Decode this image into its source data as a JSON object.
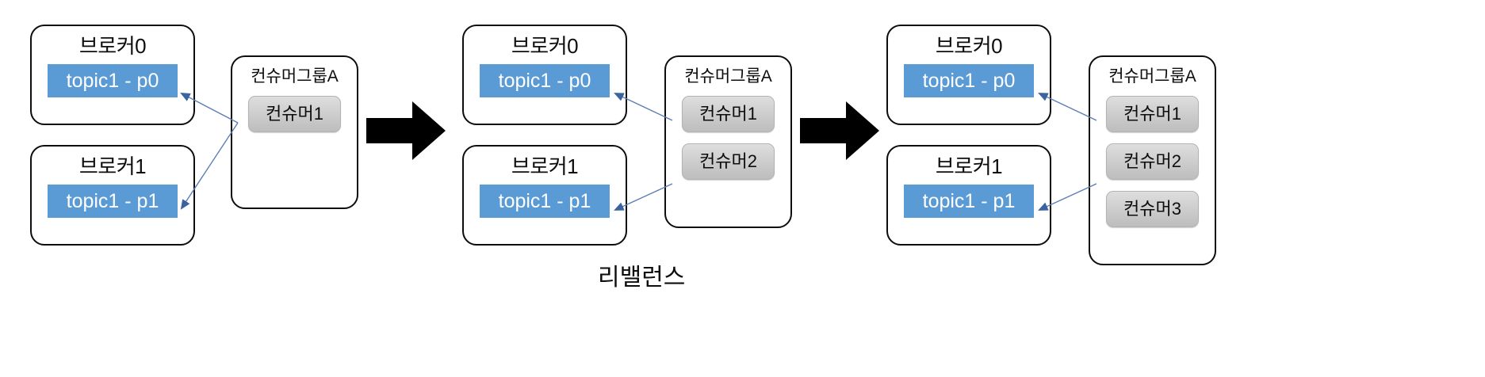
{
  "caption": "리밸런스",
  "colors": {
    "partition_fill": "#5b9bd5",
    "partition_text": "#ffffff",
    "consumer_fill": "#cfcfcf",
    "card_border": "#0d0d0d",
    "wire": "#4472a8",
    "block_arrow": "#000000",
    "background": "#ffffff"
  },
  "panels": [
    {
      "id": "panel-1",
      "brokers": [
        {
          "title": "브로커0",
          "partition": "topic1 - p0"
        },
        {
          "title": "브로커1",
          "partition": "topic1 - p1"
        }
      ],
      "group": {
        "title": "컨슈머그룹A",
        "consumers": [
          "컨슈머1"
        ]
      }
    },
    {
      "id": "panel-2",
      "brokers": [
        {
          "title": "브로커0",
          "partition": "topic1 - p0"
        },
        {
          "title": "브로커1",
          "partition": "topic1 - p1"
        }
      ],
      "group": {
        "title": "컨슈머그룹A",
        "consumers": [
          "컨슈머1",
          "컨슈머2"
        ]
      }
    },
    {
      "id": "panel-3",
      "brokers": [
        {
          "title": "브로커0",
          "partition": "topic1 - p0"
        },
        {
          "title": "브로커1",
          "partition": "topic1 - p1"
        }
      ],
      "group": {
        "title": "컨슈머그룹A",
        "consumers": [
          "컨슈머1",
          "컨슈머2",
          "컨슈머3"
        ]
      }
    }
  ],
  "transitions": [
    {
      "name": "arrow-panel1-to-panel2",
      "glyph": "→"
    },
    {
      "name": "arrow-panel2-to-panel3",
      "glyph": "→"
    }
  ]
}
